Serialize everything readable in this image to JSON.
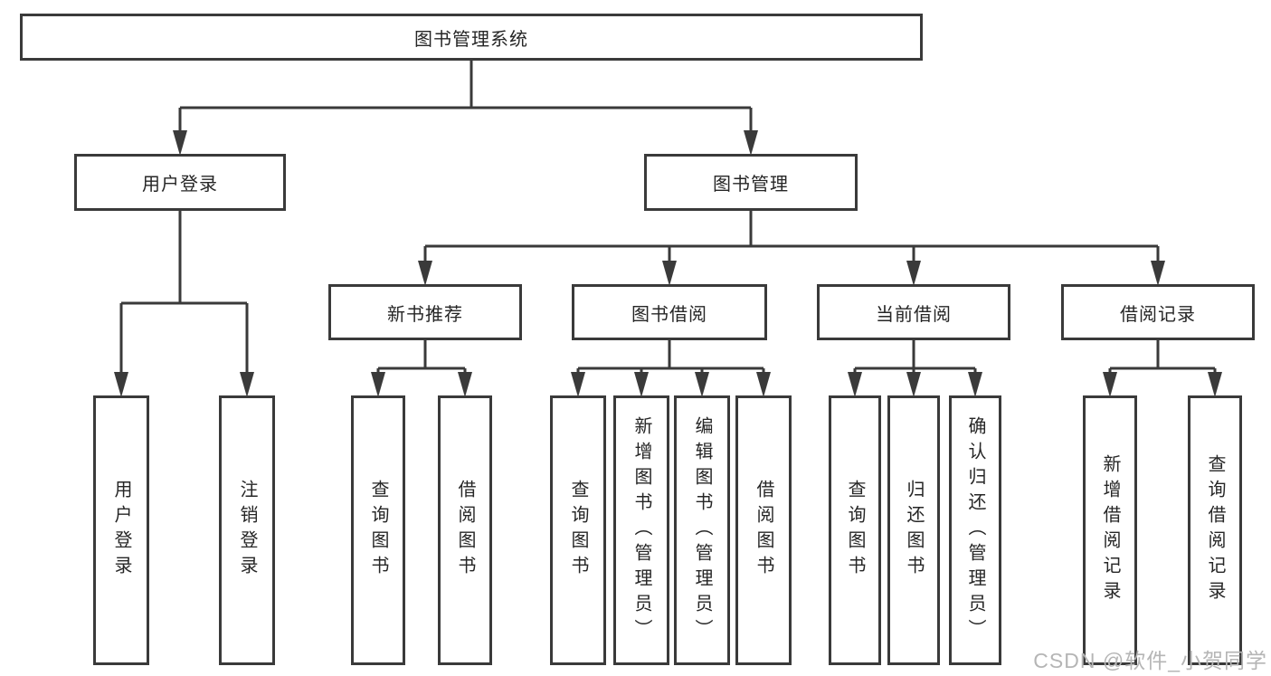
{
  "tree": {
    "label": "图书管理系统",
    "children": [
      {
        "label": "用户登录",
        "children": [
          {
            "label": "用户登录"
          },
          {
            "label": "注销登录"
          }
        ]
      },
      {
        "label": "图书管理",
        "children": [
          {
            "label": "新书推荐",
            "children": [
              {
                "label": "查询图书"
              },
              {
                "label": "借阅图书"
              }
            ]
          },
          {
            "label": "图书借阅",
            "children": [
              {
                "label": "查询图书"
              },
              {
                "label": "新增图书（管理员）"
              },
              {
                "label": "编辑图书（管理员）"
              },
              {
                "label": "借阅图书"
              }
            ]
          },
          {
            "label": "当前借阅",
            "children": [
              {
                "label": "查询图书"
              },
              {
                "label": "归还图书"
              },
              {
                "label": "确认归还（管理员）"
              }
            ]
          },
          {
            "label": "借阅记录",
            "children": [
              {
                "label": "新增借阅记录"
              },
              {
                "label": "查询借阅记录"
              }
            ]
          }
        ]
      }
    ]
  },
  "colors": {
    "line": "#3a3a3a",
    "text": "#262626",
    "watermark": "#b5b5b5",
    "background": "#ffffff"
  },
  "watermark": {
    "text": "CSDN @软件_小贺同学"
  }
}
